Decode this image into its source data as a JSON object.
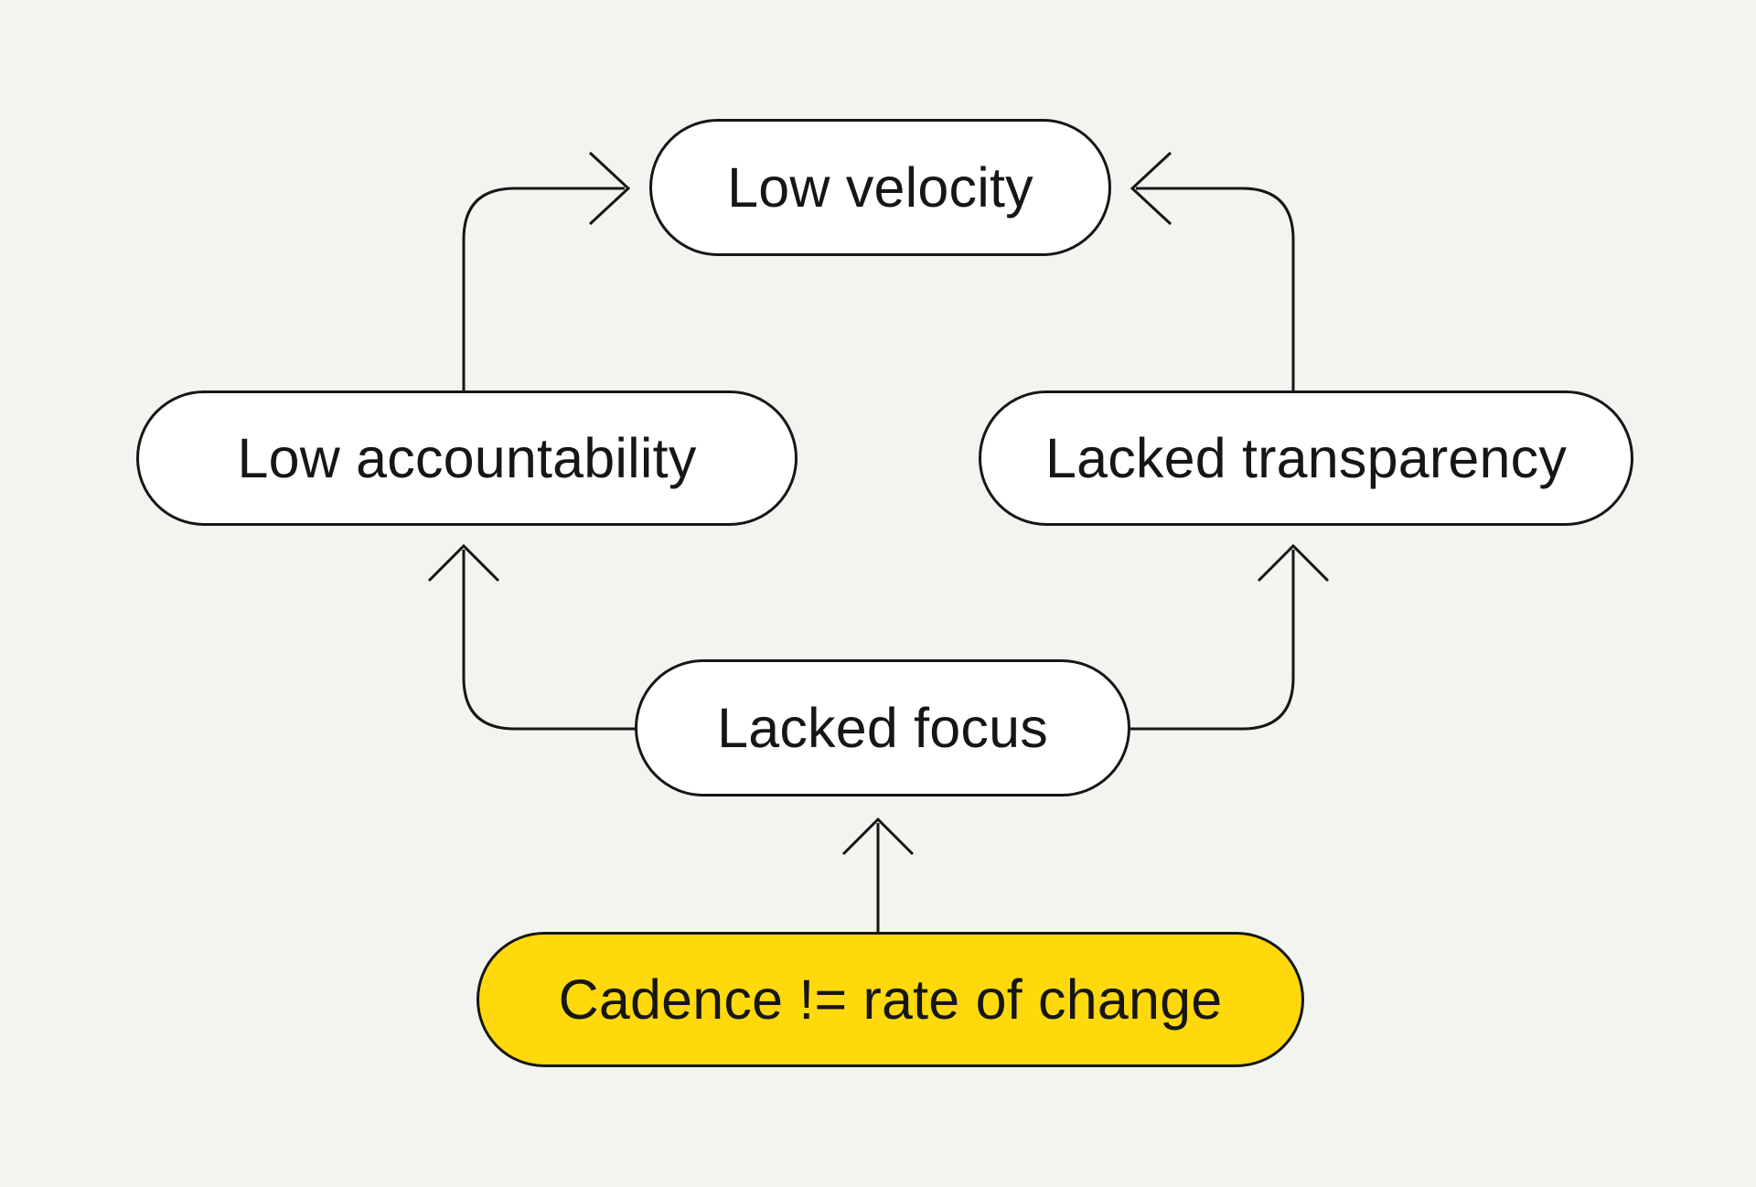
{
  "colors": {
    "background": "#F2F4F0",
    "stroke": "#161616",
    "node-fill": "#FFFFFF",
    "highlight-fill": "#FFD90B",
    "text": "#161616"
  },
  "diagram_title": "",
  "nodes": {
    "low_velocity": {
      "label": "Low velocity",
      "highlighted": false
    },
    "low_accountability": {
      "label": "Low accountability",
      "highlighted": false
    },
    "lacked_transparency": {
      "label": "Lacked transparency",
      "highlighted": false
    },
    "lacked_focus": {
      "label": "Lacked focus",
      "highlighted": false
    },
    "cadence": {
      "label": "Cadence != rate of change",
      "highlighted": true
    }
  },
  "edges": [
    {
      "from": "low_accountability",
      "to": "low_velocity"
    },
    {
      "from": "lacked_transparency",
      "to": "low_velocity"
    },
    {
      "from": "lacked_focus",
      "to": "low_accountability"
    },
    {
      "from": "lacked_focus",
      "to": "lacked_transparency"
    },
    {
      "from": "cadence",
      "to": "lacked_focus"
    }
  ]
}
